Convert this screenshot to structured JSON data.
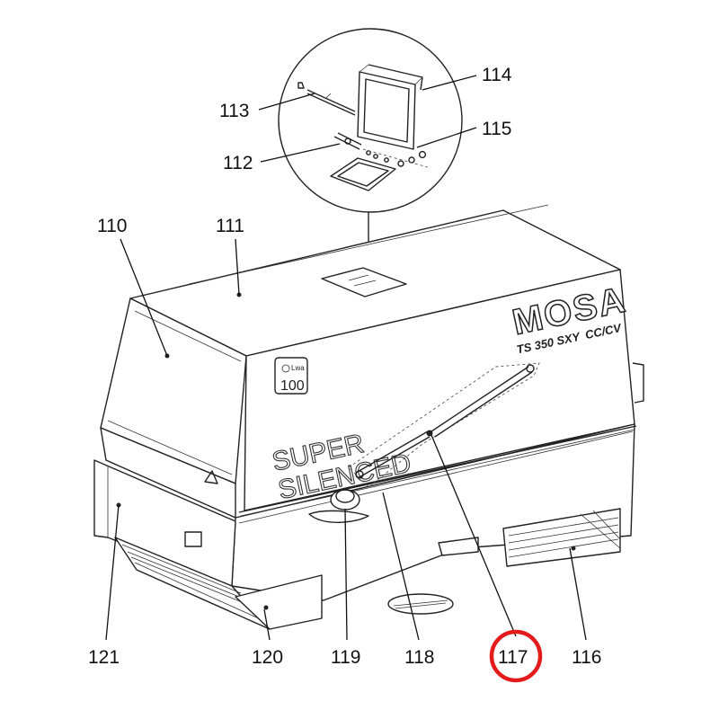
{
  "callouts": {
    "c110": "110",
    "c111": "111",
    "c112": "112",
    "c113": "113",
    "c114": "114",
    "c115": "115",
    "c116": "116",
    "c117": "117",
    "c118": "118",
    "c119": "119",
    "c120": "120",
    "c121": "121"
  },
  "highlighted_callout": "117",
  "highlight_color": "#e41b1b",
  "machine": {
    "brand": "MOSA",
    "model": "TS 350 SXY",
    "model_suffix": "CC/CV",
    "decal_line1": "SUPER",
    "decal_line2": "SILENCED",
    "badge_lwa": "Lwa",
    "badge_value": "100"
  }
}
